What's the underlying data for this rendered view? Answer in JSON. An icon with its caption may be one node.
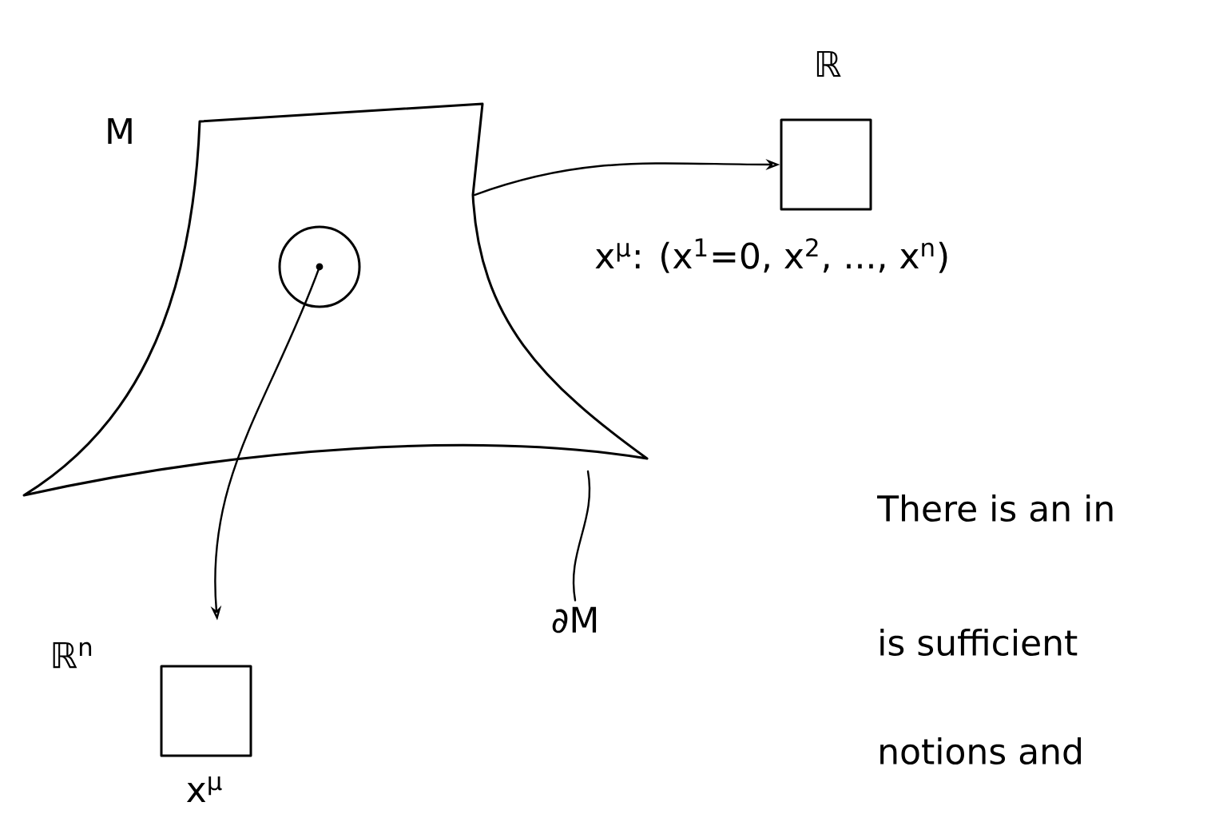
{
  "diagram": {
    "nodes": [
      {
        "text": [
          "M"
        ]
      },
      {
        "text": [],
        "shape": "circle",
        "in": 0
      },
      {
        "text": [
          "ℝ"
        ],
        "beside": [
          "x$^{μ}$: (x$^{1}$=0, x$^{2}$, ..., x$^{n}$)"
        ]
      },
      {
        "text": [
          "ℝ$^{n}$"
        ],
        "beside": [
          "x$^{μ}$"
        ]
      },
      {
        "text": [
          "∂M"
        ]
      }
    ],
    "edges": [
      {
        "from": 0,
        "to": 2,
        "arrow": "to"
      },
      {
        "from": 1,
        "to": 3,
        "arrow": "to"
      },
      {
        "from": 4,
        "to": 0,
        "arrow": "none"
      }
    ],
    "labels": [
      "There is an in",
      "is sufficient",
      "notions and"
    ]
  }
}
